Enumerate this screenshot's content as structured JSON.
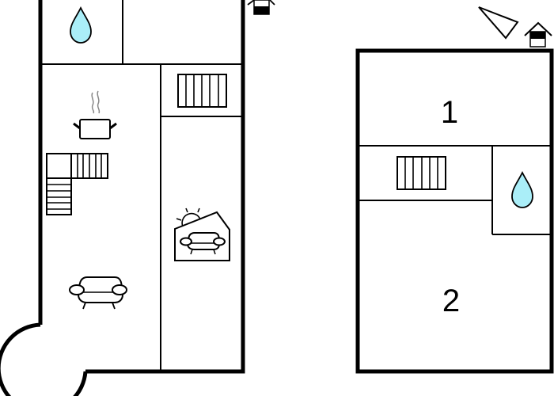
{
  "floorplan": {
    "title": "",
    "colors": {
      "wall": "#000000",
      "water": "#aaeef8",
      "background": "#ffffff"
    },
    "left_plan": {
      "rooms": [
        {
          "id": "bathroom",
          "icon": "water-drop-icon"
        },
        {
          "id": "storage"
        },
        {
          "id": "kitchen-living",
          "icons": [
            "cooking-pot-icon",
            "staircase-icon",
            "armchair-icon"
          ]
        },
        {
          "id": "stair-hall",
          "icon": "staircase-icon"
        },
        {
          "id": "sunroom",
          "icon": "conservatory-armchair-icon"
        }
      ],
      "entrance_icon": "entrance-house-icon"
    },
    "right_plan": {
      "rooms": [
        {
          "id": "bedroom-1",
          "label": "1"
        },
        {
          "id": "stair-landing",
          "icon": "staircase-icon"
        },
        {
          "id": "bathroom-2",
          "icon": "water-drop-icon"
        },
        {
          "id": "bedroom-2",
          "label": "2"
        }
      ],
      "compass_icon": "north-arrow-icon",
      "entrance_icon": "entrance-house-icon"
    }
  }
}
